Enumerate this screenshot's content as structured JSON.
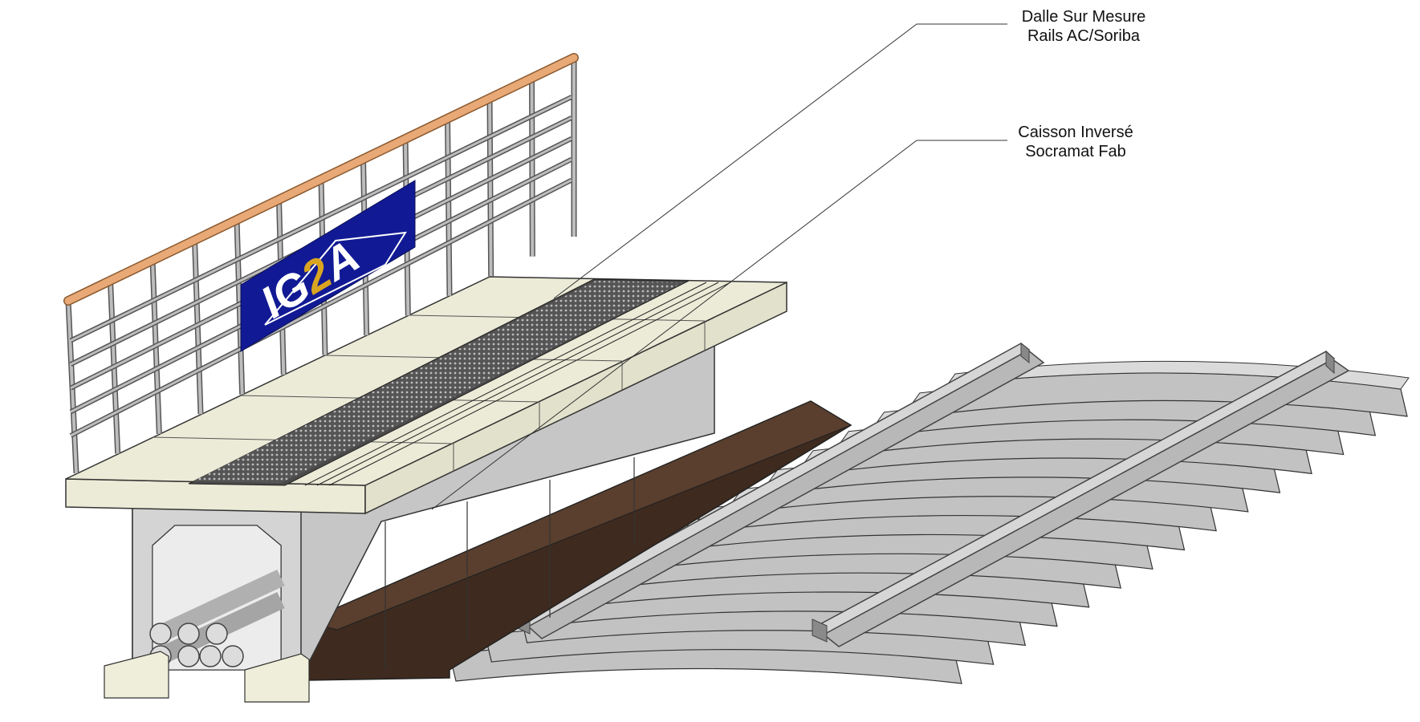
{
  "callouts": [
    {
      "line1": "Dalle Sur Mesure",
      "line2": "Rails AC/Soriba"
    },
    {
      "line1": "Caisson Inversé",
      "line2": "Socramat Fab"
    }
  ],
  "logo": {
    "part1": "IG",
    "part2": "2",
    "part3": "A"
  },
  "colors": {
    "sign_blue": "#111a94",
    "logo_gold": "#d9a520",
    "handrail": "#e8a977",
    "slab": "#ecebd7",
    "ballast": "#4a3325",
    "concrete": "#c9c9c9",
    "steel": "#9a9a9a"
  }
}
